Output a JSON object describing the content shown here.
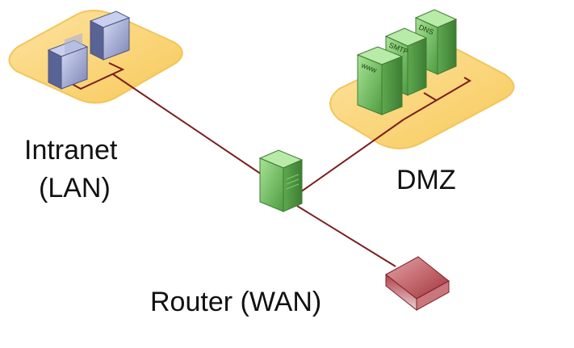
{
  "labels": {
    "intranet_line1": "Intranet",
    "intranet_line2": "(LAN)",
    "dmz": "DMZ",
    "router": "Router (WAN)"
  },
  "servers": {
    "www": "www",
    "smtp": "SMTP",
    "dns": "DNS"
  },
  "colors": {
    "zone_fill": "#fbd77c",
    "zone_stroke": "#f3c55a",
    "link": "#7a1f1f",
    "server_green": "#6fbf5f",
    "lan_blue": "#8f98c9",
    "router_red": "#a3323a"
  }
}
